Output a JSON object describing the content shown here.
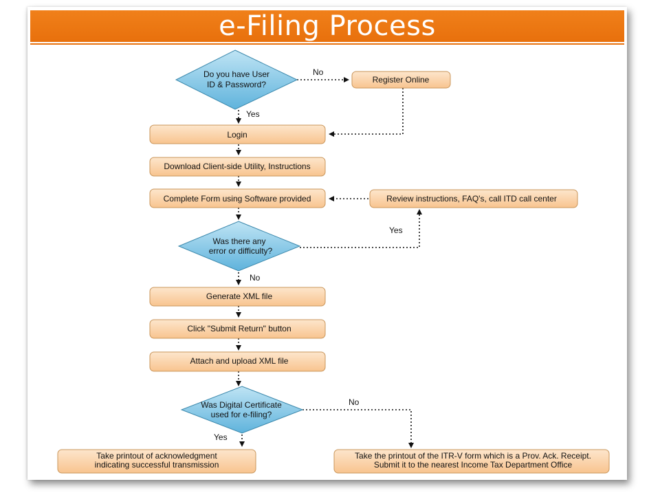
{
  "title": "e-Filing Process",
  "colors": {
    "title_bar": "#e8700c",
    "box_fill": "#fbd3a8",
    "diamond_fill": "#7dc3e3",
    "arrow": "#111111"
  },
  "nodes": {
    "q_user_id": {
      "line1": "Do you have User",
      "line2": "ID & Password?"
    },
    "register": "Register Online",
    "login": "Login",
    "download": "Download Client-side Utility, Instructions",
    "complete_form": "Complete Form using Software provided",
    "review": "Review instructions, FAQ's, call ITD call center",
    "q_error": {
      "line1": "Was there any",
      "line2": "error or difficulty?"
    },
    "generate_xml": "Generate XML file",
    "submit_return": "Click \"Submit Return\" button",
    "attach_upload": "Attach and upload XML file",
    "q_digital_cert": {
      "line1": "Was Digital Certificate",
      "line2": "used for e-filing?"
    },
    "printout_ack": {
      "line1": "Take printout of acknowledgment",
      "line2": "indicating successful transmission"
    },
    "printout_itrv": {
      "line1": "Take the printout of the ITR-V form which is a Prov. Ack. Receipt.",
      "line2": "Submit it to the nearest Income Tax Department Office"
    }
  },
  "edge_labels": {
    "q1_no": "No",
    "q1_yes": "Yes",
    "q2_yes": "Yes",
    "q2_no": "No",
    "q3_no": "No",
    "q3_yes": "Yes"
  }
}
